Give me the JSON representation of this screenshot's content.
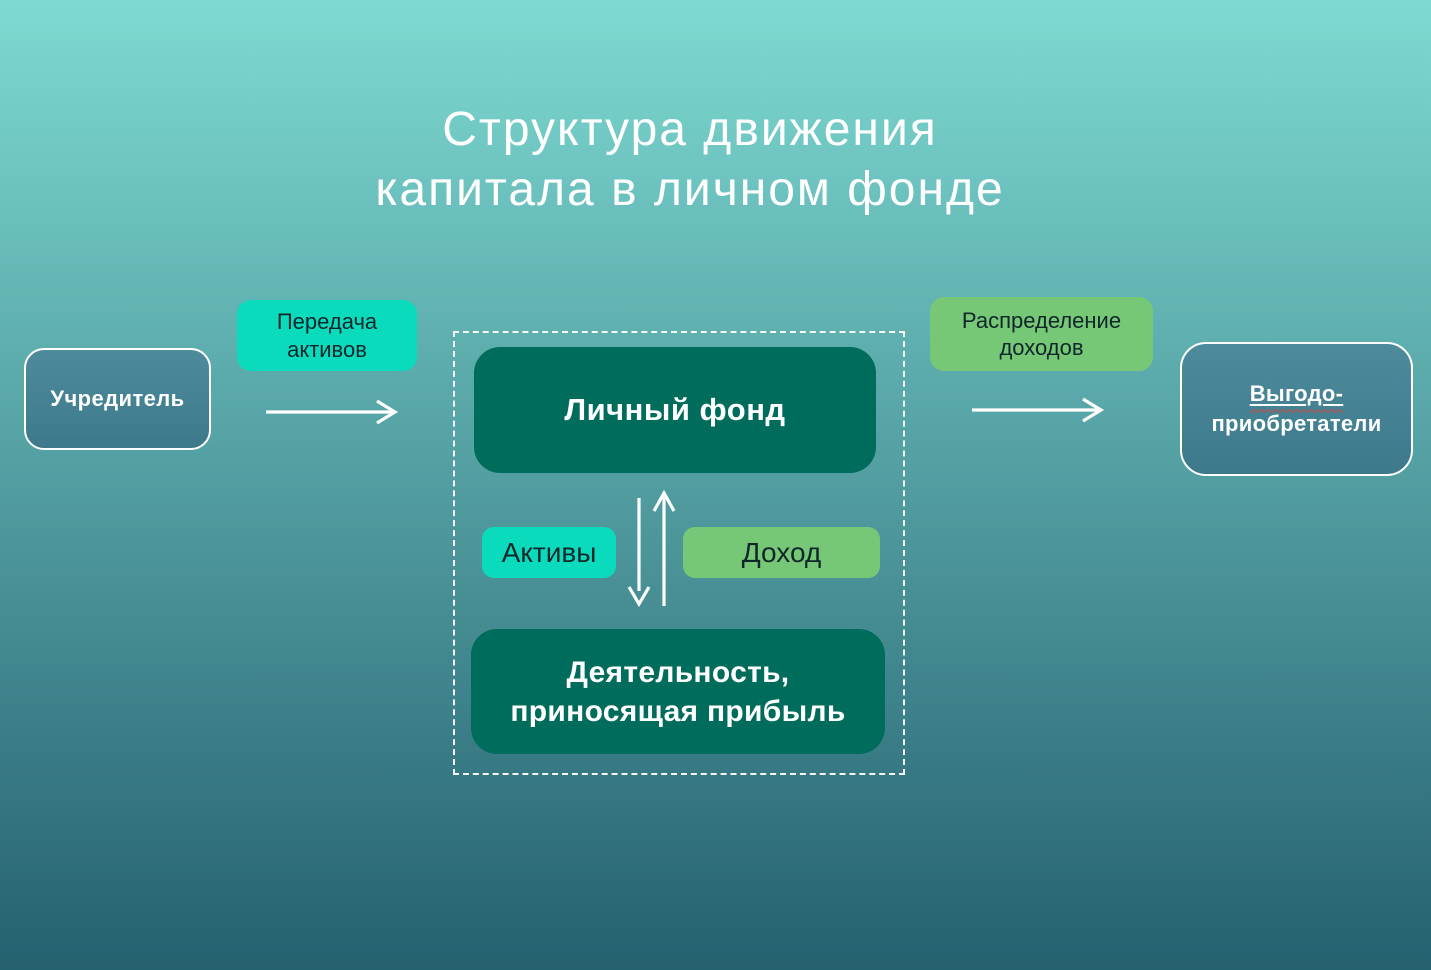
{
  "title": {
    "line1": "Структура движения",
    "line2": "капитала в личном фонде"
  },
  "nodes": {
    "founder": {
      "label": "Учредитель"
    },
    "transfer": {
      "line1": "Передача",
      "line2": "активов"
    },
    "personal_fund": {
      "label": "Личный фонд"
    },
    "assets": {
      "label": "Активы"
    },
    "income": {
      "label": "Доход"
    },
    "activity": {
      "line1": "Деятельность,",
      "line2": "приносящая прибыль"
    },
    "distribution": {
      "line1": "Распределение",
      "line2": "доходов"
    },
    "beneficiaries": {
      "line1": "Выгодо-",
      "line2": "приобретатели"
    }
  },
  "arrows": {
    "founder_to_fund": "right",
    "fund_to_beneficiaries": "right",
    "assets_to_activity": "down",
    "activity_to_fund": "up"
  },
  "colors": {
    "background_top": "#7edad2",
    "background_bottom": "#25606f",
    "dark_green": "#006c5c",
    "turquoise": "#0bdbbd",
    "light_green": "#76c877",
    "slate_top": "#4d8b9c",
    "slate_bottom": "#3d798b",
    "text_dark": "#10262a",
    "text_light": "#ffffff",
    "spellcheck_red": "#d4453a"
  }
}
